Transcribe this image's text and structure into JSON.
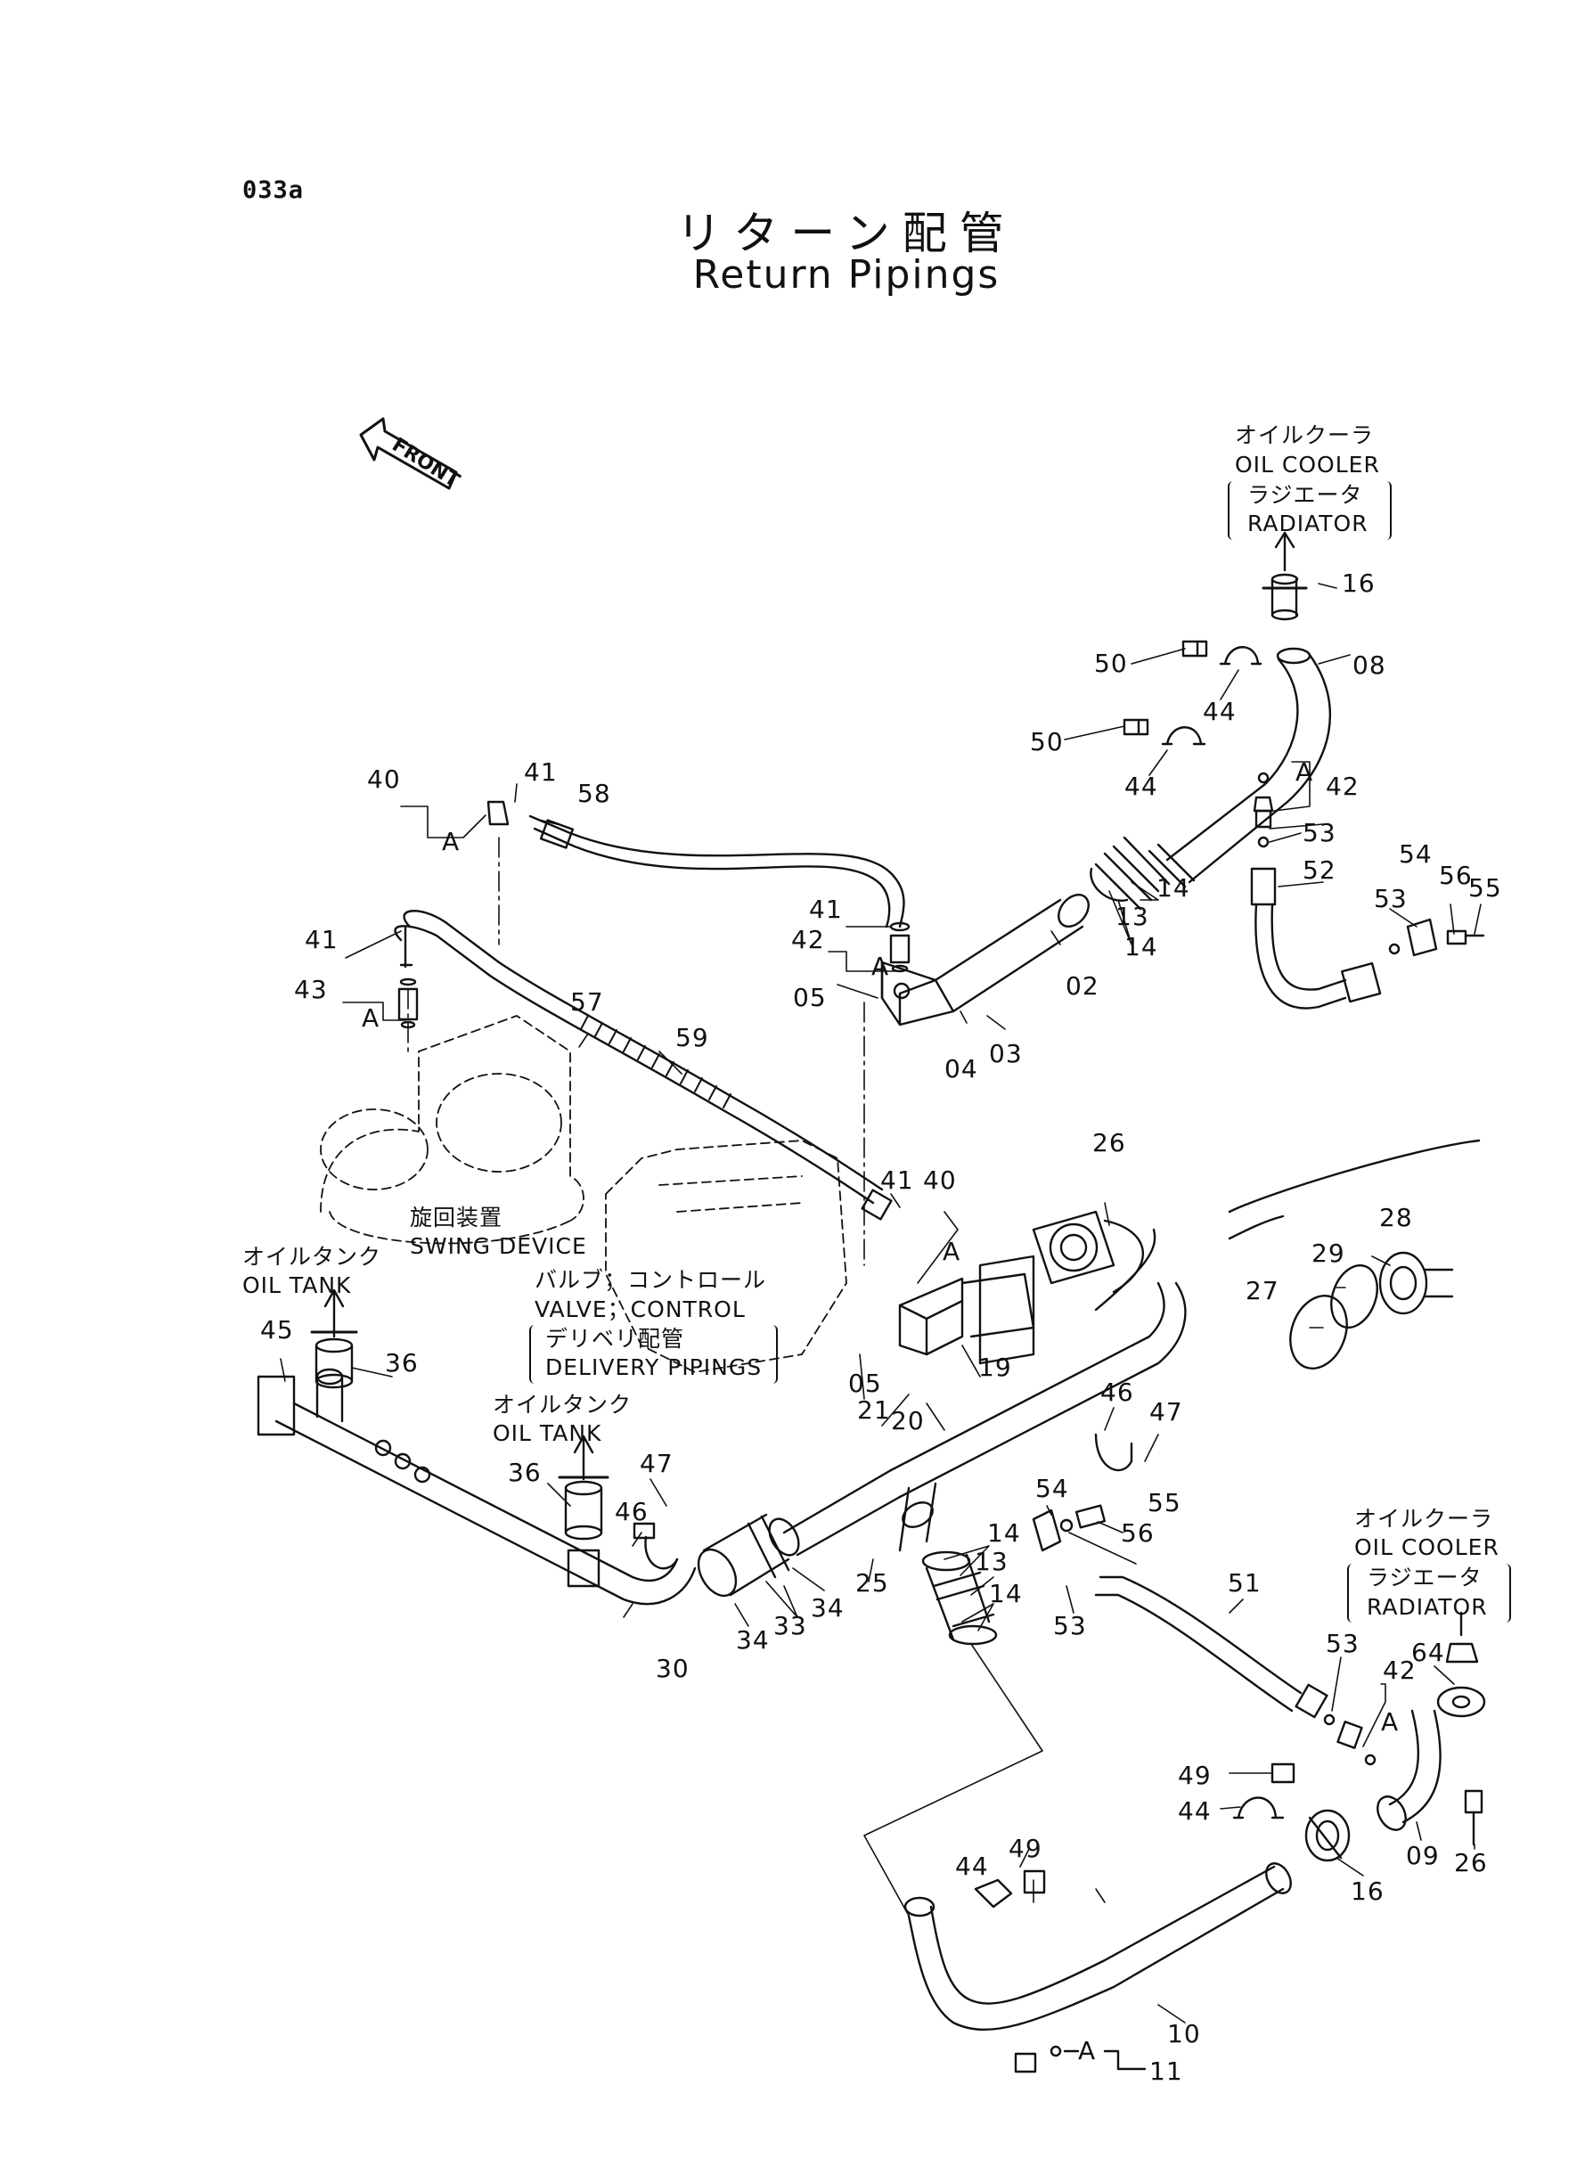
{
  "page": {
    "code": "033a",
    "title_jp": "リターン配管",
    "title_en": "Return Pipings",
    "front_label": "FRONT"
  },
  "labels": {
    "oil_cooler_jp": "オイルクーラ",
    "oil_cooler_en": "OIL COOLER",
    "radiator_jp": "ラジエータ",
    "radiator_en": "RADIATOR",
    "oil_tank_jp": "オイルタンク",
    "oil_tank_en": "OIL TANK",
    "swing_device_jp": "旋回装置",
    "swing_device_en": "SWING DEVICE",
    "valve_control_jp": "バルブ；コントロール",
    "valve_control_en": "VALVE；CONTROL",
    "delivery_pipings_jp": "デリベリ配管",
    "delivery_pipings_en": "DELIVERY PIPINGS",
    "detail_marker": "A"
  },
  "part_numbers": {
    "p02": "02",
    "p03": "03",
    "p04": "04",
    "p05": "05",
    "p08": "08",
    "p09": "09",
    "p10": "10",
    "p11": "11",
    "p13": "13",
    "p14": "14",
    "p16": "16",
    "p19": "19",
    "p20": "20",
    "p21": "21",
    "p25": "25",
    "p26": "26",
    "p27": "27",
    "p28": "28",
    "p29": "29",
    "p30": "30",
    "p33": "33",
    "p34": "34",
    "p36": "36",
    "p40": "40",
    "p41": "41",
    "p42": "42",
    "p43": "43",
    "p44": "44",
    "p45": "45",
    "p46": "46",
    "p47": "47",
    "p49": "49",
    "p50": "50",
    "p51": "51",
    "p52": "52",
    "p53": "53",
    "p54": "54",
    "p55": "55",
    "p56": "56",
    "p57": "57",
    "p58": "58",
    "p59": "59",
    "p64": "64"
  }
}
